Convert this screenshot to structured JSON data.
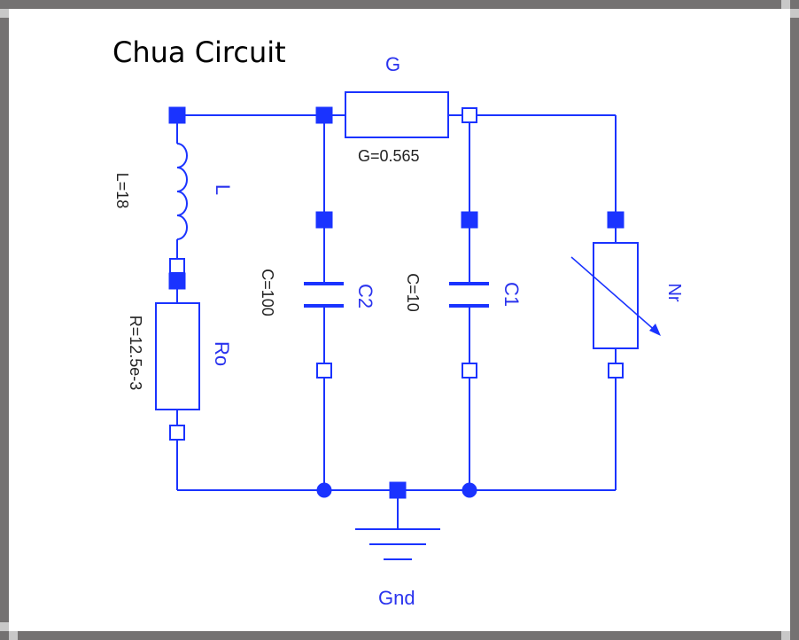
{
  "title": "Chua Circuit",
  "colors": {
    "wire": "#1a33ff",
    "frame_border": "#747272",
    "background": "#ffffff"
  },
  "components": {
    "G": {
      "name": "G",
      "param": "G=0.565",
      "type": "conductor"
    },
    "L": {
      "name": "L",
      "param": "L=18",
      "type": "inductor"
    },
    "Ro": {
      "name": "Ro",
      "param": "R=12.5e-3",
      "type": "resistor"
    },
    "C2": {
      "name": "C2",
      "param": "C=100",
      "type": "capacitor"
    },
    "C1": {
      "name": "C1",
      "param": "C=10",
      "type": "capacitor"
    },
    "Nr": {
      "name": "Nr",
      "type": "nonlinear-resistor"
    },
    "Gnd": {
      "name": "Gnd",
      "type": "ground"
    }
  }
}
